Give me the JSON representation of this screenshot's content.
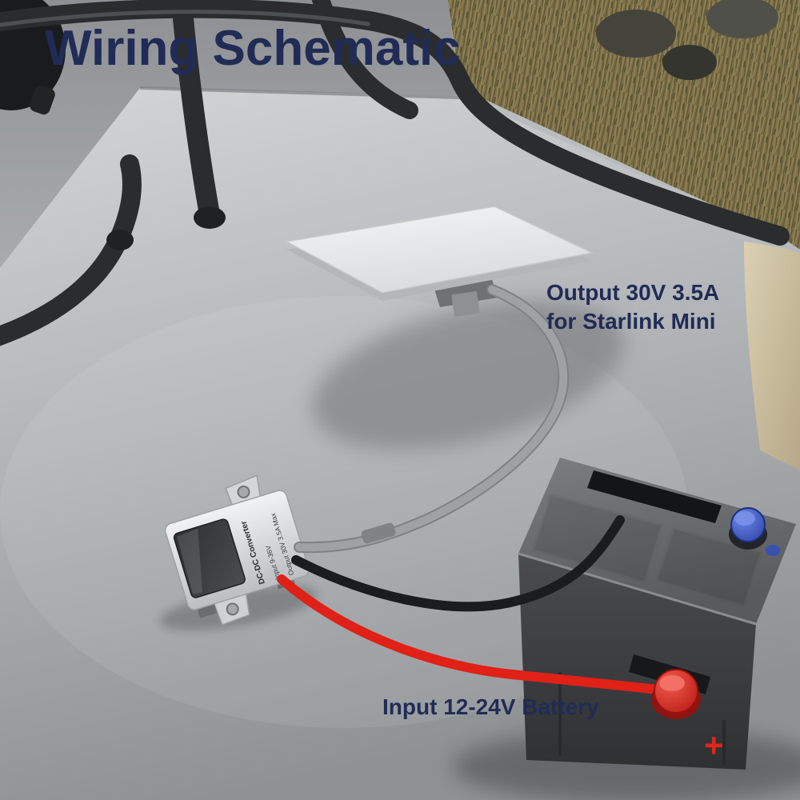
{
  "title": "Wiring Schematic",
  "labels": {
    "output_line1": "Output 30V 3.5A",
    "output_line2": "for Starlink Mini",
    "input": "Input 12-24V Battery"
  },
  "converter": {
    "line1": "DC-DC Converter",
    "line2": "Input 9-36V",
    "line3": "Output 30V 3.5A Max"
  },
  "battery": {
    "plus_mark": "+"
  },
  "colors": {
    "label_navy": "#202c55",
    "cable_red": "#df2117",
    "cable_black": "#1b1c1e",
    "cable_gray": "#9fa2a4",
    "terminal_blue": "#3a57c8",
    "terminal_red": "#d92a20",
    "roof_gray": "#b4b7ba",
    "rail_black": "#2a2c2e"
  }
}
